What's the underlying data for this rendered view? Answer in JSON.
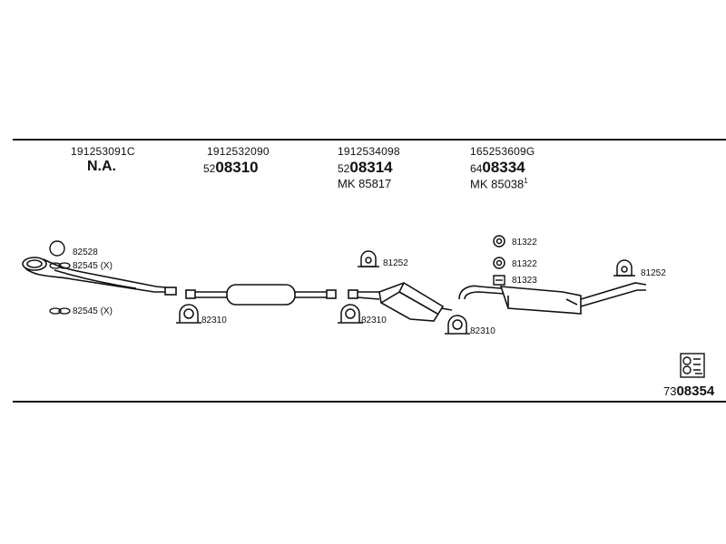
{
  "columns": [
    {
      "oem": "191253091C",
      "article": "N.A.",
      "mk": ""
    },
    {
      "oem": "1912532090",
      "article_prefix": "52",
      "article_main": "08310",
      "mk": ""
    },
    {
      "oem": "1912534098",
      "article_prefix": "52",
      "article_main": "08314",
      "mk": "MK 85817"
    },
    {
      "oem": "165253609G",
      "article_prefix": "64",
      "article_main": "08334",
      "mk": "MK 85038",
      "mk_sup": "1"
    }
  ],
  "part_labels": {
    "p82528": "82528",
    "p82545_a": "82545 (X)",
    "p82545_b": "82545 (X)",
    "p82310_a": "82310",
    "p82310_b": "82310",
    "p82310_c": "82310",
    "p81252_a": "81252",
    "p81252_b": "81252",
    "p81322_a": "81322",
    "p81322_b": "81322",
    "p81323": "81323"
  },
  "footer": {
    "kit_prefix": "73",
    "kit_main": "08354"
  }
}
